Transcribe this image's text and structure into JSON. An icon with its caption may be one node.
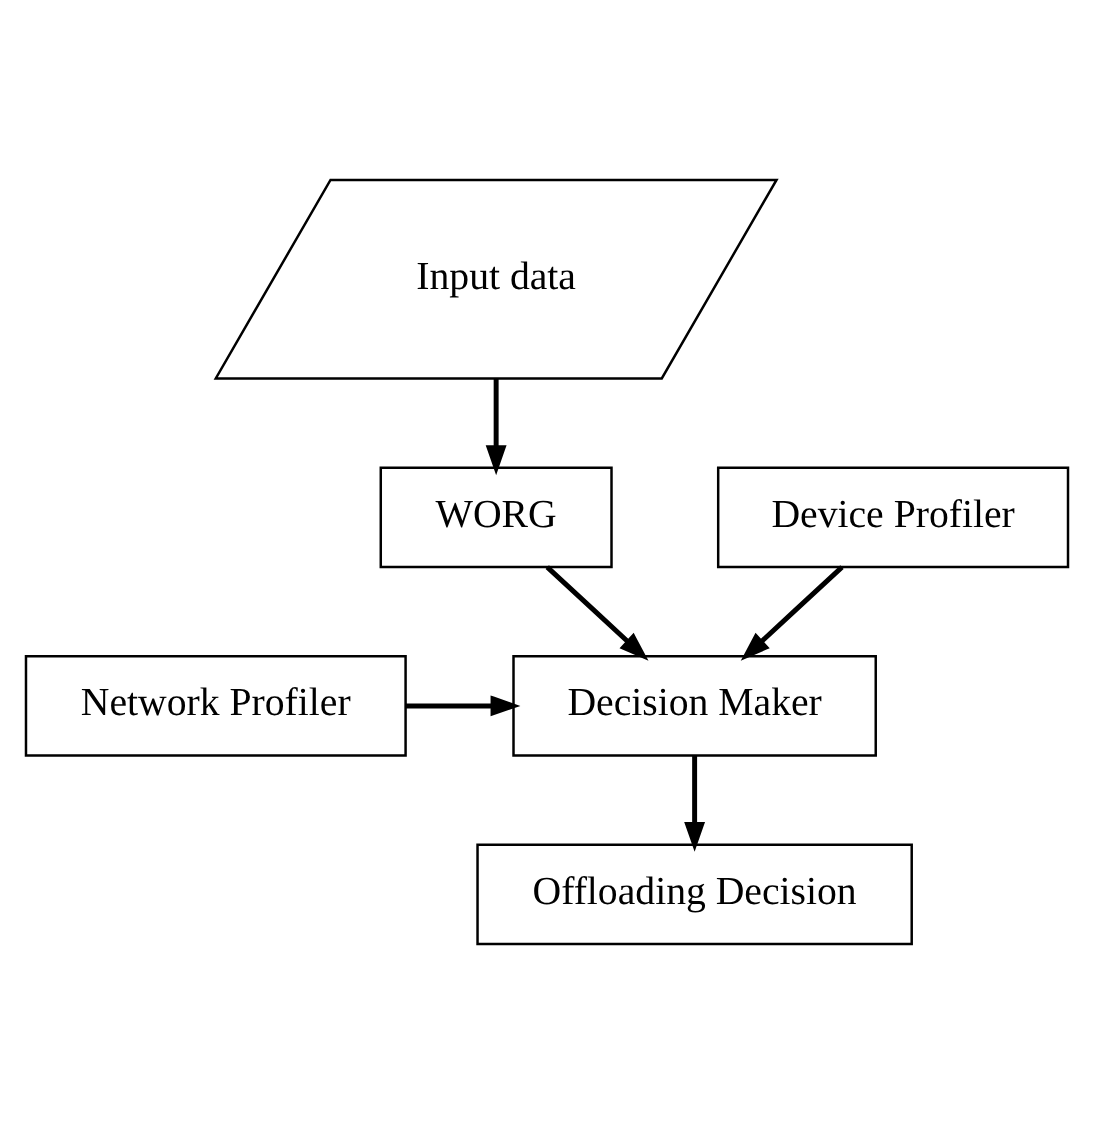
{
  "diagram": {
    "nodes": [
      {
        "text": [
          "Input data"
        ]
      },
      {
        "text": [
          "WORG"
        ]
      },
      {
        "text": [
          "Device Profiler"
        ]
      },
      {
        "text": [
          "Decision Maker"
        ]
      },
      {
        "text": [
          "Network Profiler"
        ]
      },
      {
        "text": [
          "Offloading Decision"
        ]
      }
    ],
    "edges": [
      {
        "from": 0,
        "to": 1,
        "arrow": "to"
      },
      {
        "from": 1,
        "to": 3,
        "arrow": "to"
      },
      {
        "from": 2,
        "to": 3,
        "arrow": "to"
      },
      {
        "from": 4,
        "to": 3,
        "arrow": "to"
      },
      {
        "from": 3,
        "to": 5,
        "arrow": "to"
      }
    ]
  }
}
